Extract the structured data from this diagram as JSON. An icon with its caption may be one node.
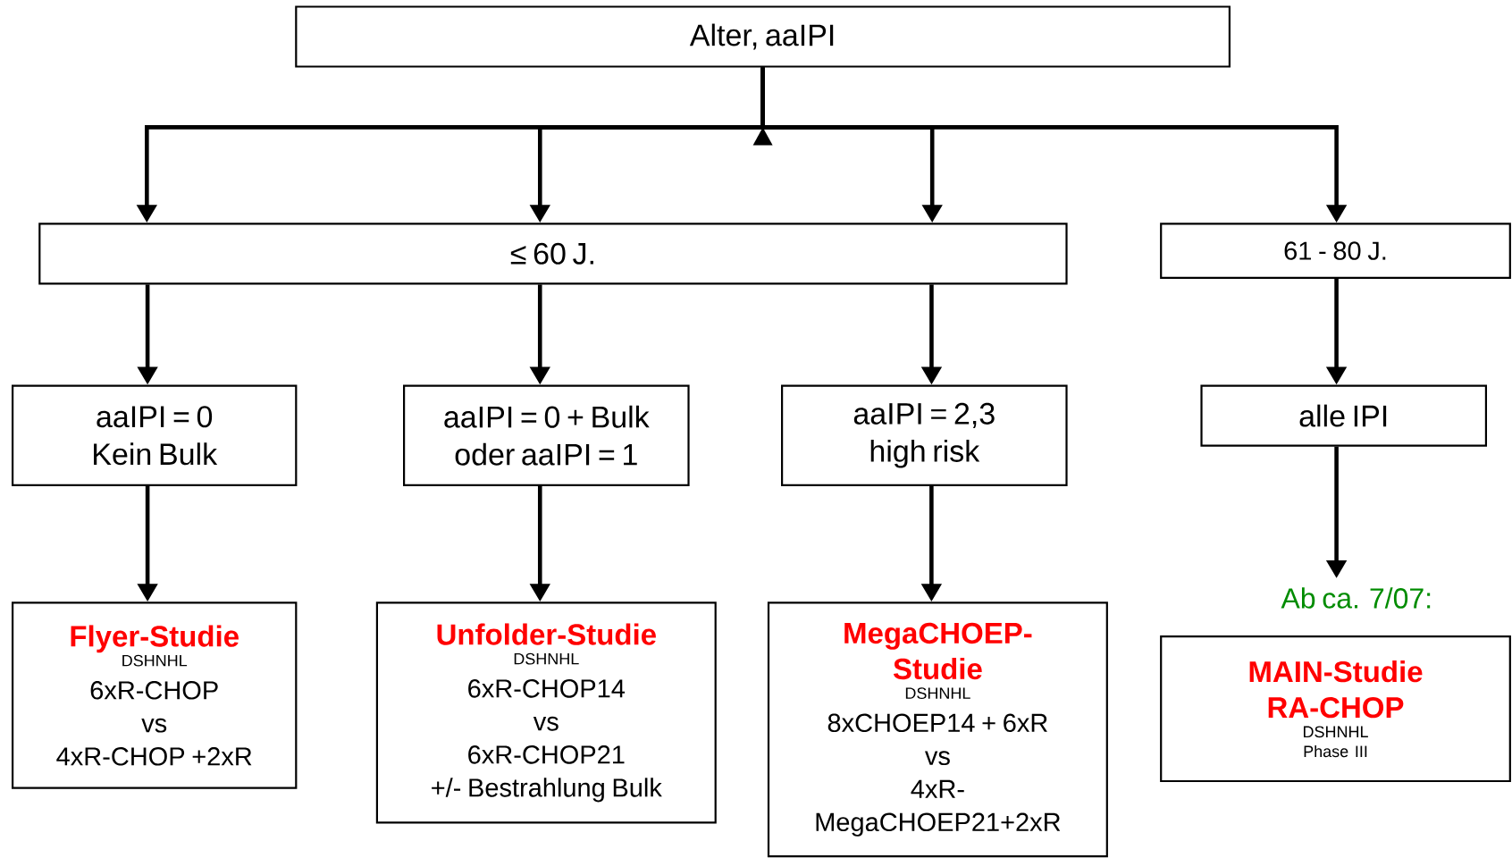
{
  "diagram": {
    "nodes": [
      {
        "text": [
          "Alter, aaIPI"
        ]
      },
      {
        "text": [
          "≤ 60 J."
        ]
      },
      {
        "text": [
          "61 - 80 J."
        ]
      },
      {
        "text": [
          "aaIPI = 0 Kein Bulk"
        ]
      },
      {
        "text": [
          "aaIPI = 0 + Bulk oder aaIPI = 1"
        ]
      },
      {
        "text": [
          "aaIPI = 2,3 high risk"
        ]
      },
      {
        "text": [
          "alle IPI"
        ]
      },
      {
        "text": [
          "Flyer-Studie",
          "DSHNHL",
          "6xR-CHOP",
          "vs",
          "4xR-CHOP +2xR"
        ]
      },
      {
        "text": [
          "Unfolder-Studie",
          "DSHNHL",
          "6xR-CHOP14",
          "vs",
          "6xR-CHOP21",
          "+/- Bestrahlung Bulk"
        ]
      },
      {
        "text": [
          "MegaCHOEP-Studie",
          "DSHNHL",
          "8xCHOEP14 + 6xR",
          "vs",
          "4xR-MegaCHOEP21+2xR"
        ]
      },
      {
        "text": [
          "Ab ca. 7/07:"
        ]
      },
      {
        "text": [
          "MAIN-Studie",
          "RA-CHOP",
          "DSHNHL",
          "Phase III"
        ]
      }
    ],
    "edges": [
      {
        "from": 0,
        "to": 1,
        "arrow": "to"
      },
      {
        "from": 0,
        "to": 2,
        "arrow": "to"
      },
      {
        "from": 1,
        "to": 3,
        "arrow": "to"
      },
      {
        "from": 1,
        "to": 4,
        "arrow": "to"
      },
      {
        "from": 1,
        "to": 5,
        "arrow": "to"
      },
      {
        "from": 2,
        "to": 6,
        "arrow": "to"
      },
      {
        "from": 3,
        "to": 7,
        "arrow": "to"
      },
      {
        "from": 4,
        "to": 8,
        "arrow": "to"
      },
      {
        "from": 5,
        "to": 9,
        "arrow": "to"
      },
      {
        "from": 6,
        "to": 10,
        "arrow": "to"
      }
    ]
  }
}
